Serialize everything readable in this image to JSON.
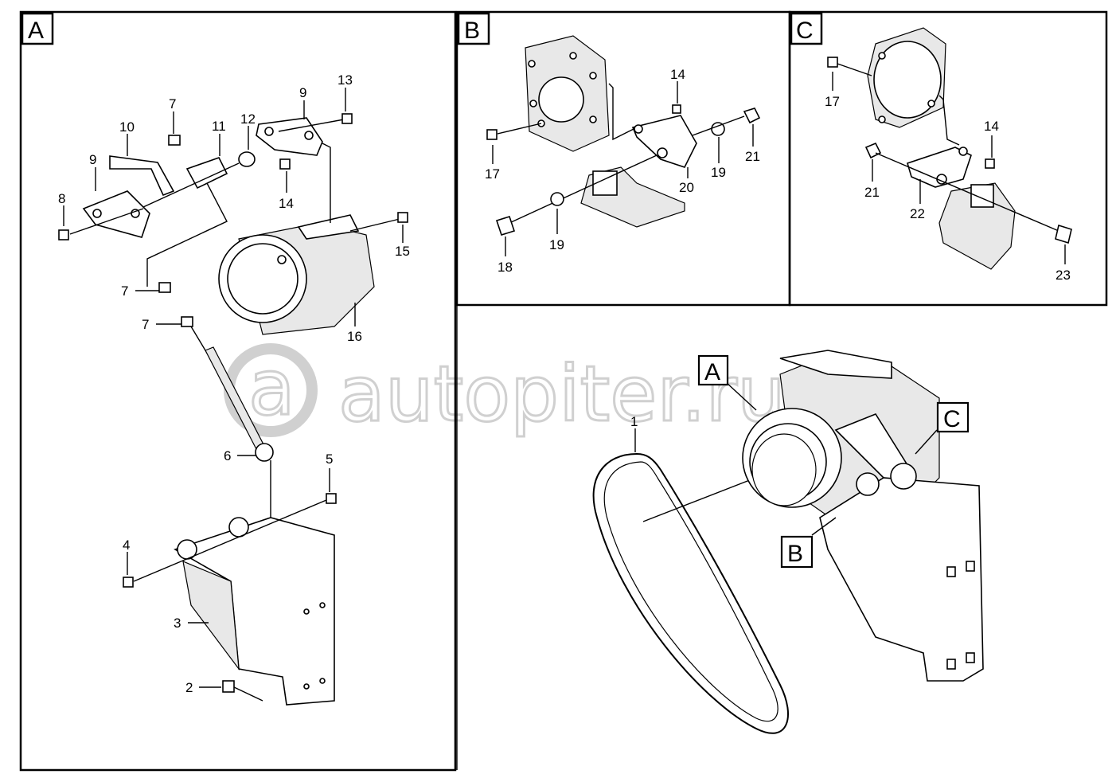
{
  "panels": [
    {
      "id": "A",
      "label": "A"
    },
    {
      "id": "B",
      "label": "B"
    },
    {
      "id": "C",
      "label": "C"
    }
  ],
  "watermark": "autopiter.ru",
  "callouts": {
    "main_a": "A",
    "main_b": "B",
    "main_c": "C"
  },
  "labels": {
    "a_1": "1",
    "a_2": "2",
    "a_3": "3",
    "a_4": "4",
    "a_5": "5",
    "a_6": "6",
    "a_7a": "7",
    "a_7b": "7",
    "a_7c": "7",
    "a_8": "8",
    "a_9a": "9",
    "a_9b": "9",
    "a_10": "10",
    "a_11": "11",
    "a_12": "12",
    "a_13": "13",
    "a_14": "14",
    "a_15": "15",
    "a_16": "16",
    "b_14": "14",
    "b_17": "17",
    "b_18": "18",
    "b_19a": "19",
    "b_19b": "19",
    "b_20": "20",
    "b_21": "21",
    "c_14": "14",
    "c_17": "17",
    "c_21": "21",
    "c_22": "22",
    "c_23": "23"
  }
}
